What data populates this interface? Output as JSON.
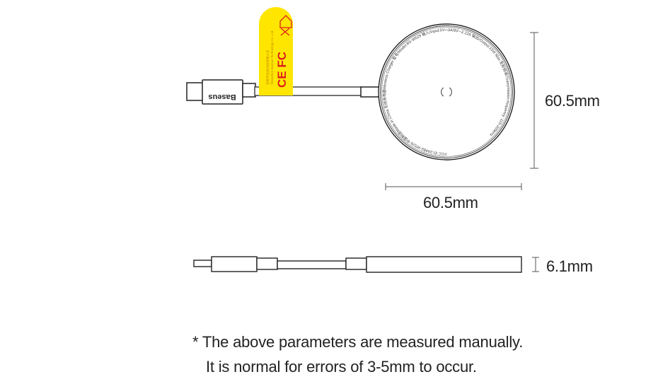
{
  "top_view": {
    "brand_label": "Baseus",
    "tag_text_cn": "深圳市倍思科技有限公司",
    "tag_text_en": "Shenzhen Baseus Technology Co.,Ltd.",
    "tag_marks": "CE FC",
    "tag_color": "#FFE600",
    "tag_mark_color": "#E0201B",
    "ring_text": "FCC ID:2A4B2-WS29  中国制造Made in China  无线充电器Wireless Charger  型号/Model:BS-W529  输入/Input:5V⎓3A/9V⎓2.22A  输出/Output:15W Max  发射频率/Transmission frequency :115-205kHz"
  },
  "dimensions": {
    "height": "60.5mm",
    "width": "60.5mm",
    "thickness": "6.1mm"
  },
  "note": {
    "line1": "* The above parameters are measured manually.",
    "line2": "It is normal for errors of 3-5mm to occur."
  }
}
